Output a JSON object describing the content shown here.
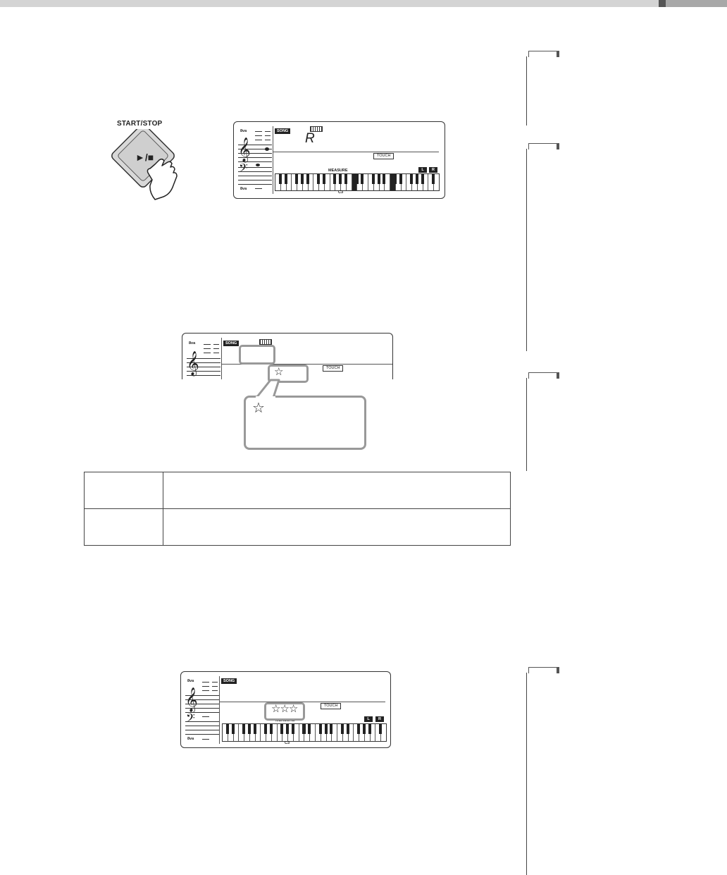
{
  "start_stop_label": "START/STOP",
  "start_stop_glyph": "►/■",
  "lcd": {
    "octave_mark": "8va",
    "song_tag": "SONG",
    "touch_tag": "TOUCH",
    "measure_label": "MEASURE",
    "left_tag": "L",
    "right_tag": "R",
    "c3_label": "C3",
    "display_char": "R"
  },
  "callout_star": "☆",
  "rating_stars": "☆☆☆"
}
